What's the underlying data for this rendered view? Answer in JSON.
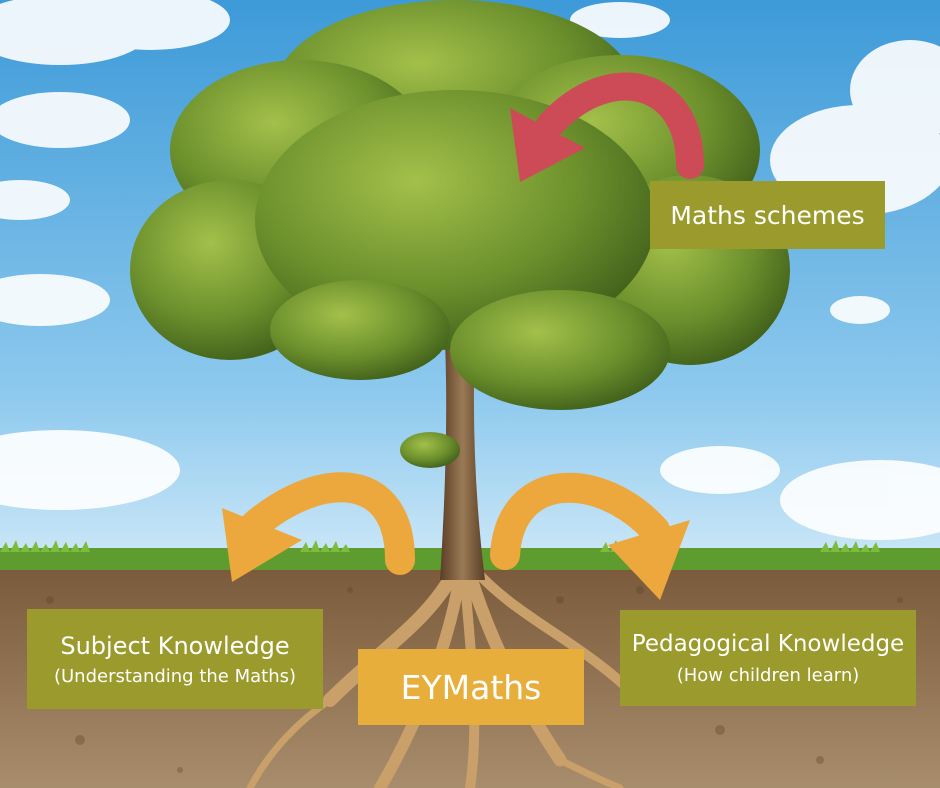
{
  "labels": {
    "maths_schemes": "Maths schemes",
    "subject_knowledge": "Subject Knowledge",
    "subject_knowledge_sub": "(Understanding the Maths)",
    "pedagogical_knowledge": "Pedagogical Knowledge",
    "pedagogical_knowledge_sub": "(How children learn)",
    "eymaths": "EYMaths"
  },
  "colors": {
    "olive_box": "#9b9a2d",
    "orange_box": "#e8ae3c",
    "red_arrow": "#cc4b57",
    "orange_arrow": "#eca73d",
    "sky": "#5aaee2",
    "soil": "#8a6a48",
    "grass": "#5f9c2f",
    "foliage": "#5c7f26",
    "trunk": "#7a5a3a"
  }
}
